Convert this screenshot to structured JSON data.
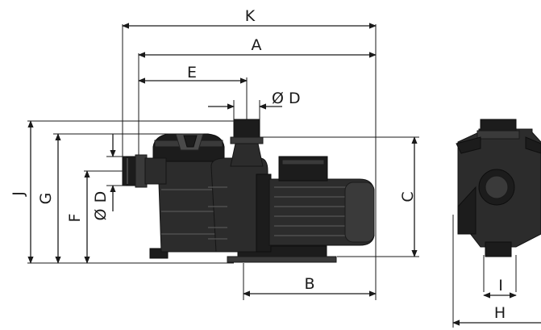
{
  "dimension_labels": {
    "K": "K",
    "A": "A",
    "E": "E",
    "D_outlet": "D",
    "D_inlet": "D",
    "J": "J",
    "G": "G",
    "F": "F",
    "C": "C",
    "B": "B",
    "I": "I",
    "H": "H"
  },
  "diameter_symbol": "Ø",
  "colors": {
    "pump_body": "#2c2c2c",
    "pump_dark": "#1c1c1c",
    "line": "#1a1a1a",
    "background": "#ffffff"
  }
}
